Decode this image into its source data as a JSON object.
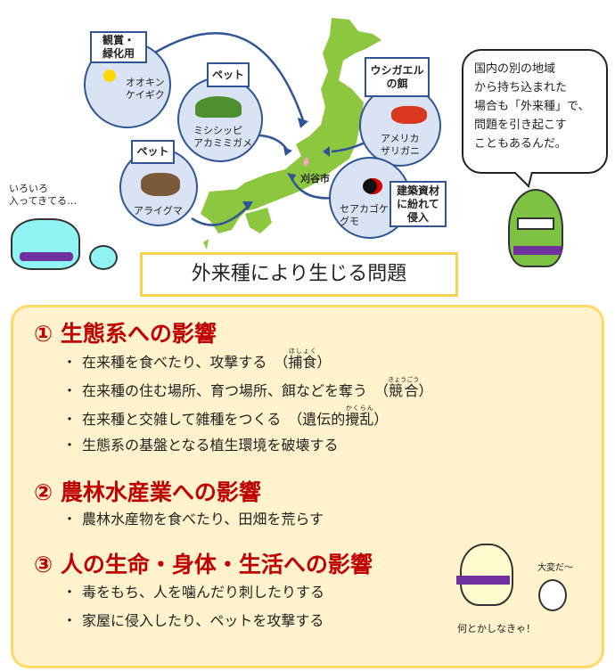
{
  "map": {
    "city_label": "刈谷市",
    "sources": [
      {
        "tag": "観賞・\n緑化用",
        "species": "オオキン\nケイギク",
        "icon": "dandelion-flower-icon"
      },
      {
        "tag": "ペット",
        "species": "ミシシッピ\nアカミミガメ",
        "icon": "turtle-icon"
      },
      {
        "tag": "ペット",
        "species": "アライグマ",
        "icon": "raccoon-icon"
      },
      {
        "tag": "ウシガエル\nの餌",
        "species": "アメリカ\nザリガニ",
        "icon": "crayfish-icon"
      },
      {
        "tag": "建築資材\nに紛れて\n侵入",
        "species": "セアカゴケ\nグモ",
        "icon": "redback-spider-icon"
      }
    ]
  },
  "speech_bubble": "国内の別の地域\nから持ち込まれた\n場合も「外来種」で、\n問題を引き起こす\nこともあるんだ。",
  "left_caption": "いろいろ\n入ってきてる…",
  "title": "外来種により生じる問題",
  "sections": [
    {
      "heading": "①  生態系への影響",
      "items": [
        {
          "text": "在来種を食べたり、攻撃する　（",
          "term": "捕食",
          "ruby": "ほしょく",
          "close": "）"
        },
        {
          "text": "在来種の住む場所、育つ場所、餌などを奪う　（",
          "term": "競合",
          "ruby": "きょうごう",
          "close": "）"
        },
        {
          "text": "在来種と交雑して雑種をつくる　（遺伝的",
          "term": "攪乱",
          "ruby": "かくらん",
          "close": "）"
        },
        {
          "text": "生態系の基盤となる植生環境を破壊する"
        }
      ]
    },
    {
      "heading": "②  農林水産業への影響",
      "items": [
        {
          "text": "農林水産物を食べたり、田畑を荒らす"
        }
      ]
    },
    {
      "heading": "③  人の生命・身体・生活への影響",
      "items": [
        {
          "text": "毒をもち、人を噛んだり刺したりする"
        },
        {
          "text": "家屋に侵入したり、ペットを攻撃する"
        }
      ]
    }
  ],
  "bottom_chars": {
    "bird_says": "大変だ～",
    "rabbit_says": "何とかしなきゃ！"
  },
  "bullet": "・",
  "colors": {
    "heading": "#c00000",
    "panel": "#fff2cc",
    "panel_border": "#ffd966",
    "map": "#8dc63f",
    "circle": "#dae3f3",
    "arrow": "#2f5597"
  }
}
